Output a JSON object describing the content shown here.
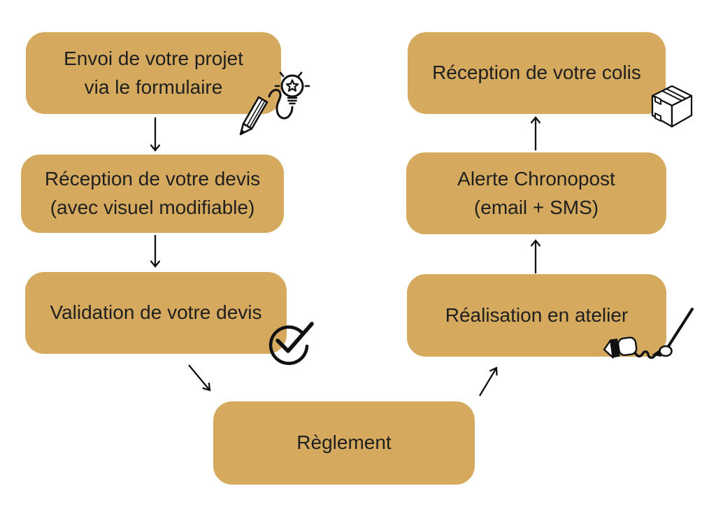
{
  "colors": {
    "background": "#ffffff",
    "box_fill": "#d5aa5f",
    "text": "#1f1f1f",
    "line": "#111111"
  },
  "steps": {
    "step1": {
      "line1": "Envoi de votre projet",
      "line2": "via le formulaire",
      "icon": "pencil-lightbulb-idea-icon"
    },
    "step2": {
      "line1": "Réception de votre devis",
      "line2": "(avec visuel modifiable)"
    },
    "step3": {
      "line1": "Validation de votre devis",
      "icon": "check-circle-icon"
    },
    "step4": {
      "line1": "Règlement"
    },
    "step5": {
      "line1": "Réalisation en atelier",
      "icon": "paint-tube-brush-icon"
    },
    "step6": {
      "line1": "Alerte Chronopost",
      "line2": "(email + SMS)"
    },
    "step7": {
      "line1": "Réception de votre colis",
      "icon": "package-box-icon"
    }
  },
  "connections": [
    {
      "from": "step1",
      "to": "step2",
      "direction": "down"
    },
    {
      "from": "step2",
      "to": "step3",
      "direction": "down"
    },
    {
      "from": "step3",
      "to": "step4",
      "direction": "down-right"
    },
    {
      "from": "step4",
      "to": "step5",
      "direction": "up-right"
    },
    {
      "from": "step5",
      "to": "step6",
      "direction": "up"
    },
    {
      "from": "step6",
      "to": "step7",
      "direction": "up"
    }
  ]
}
